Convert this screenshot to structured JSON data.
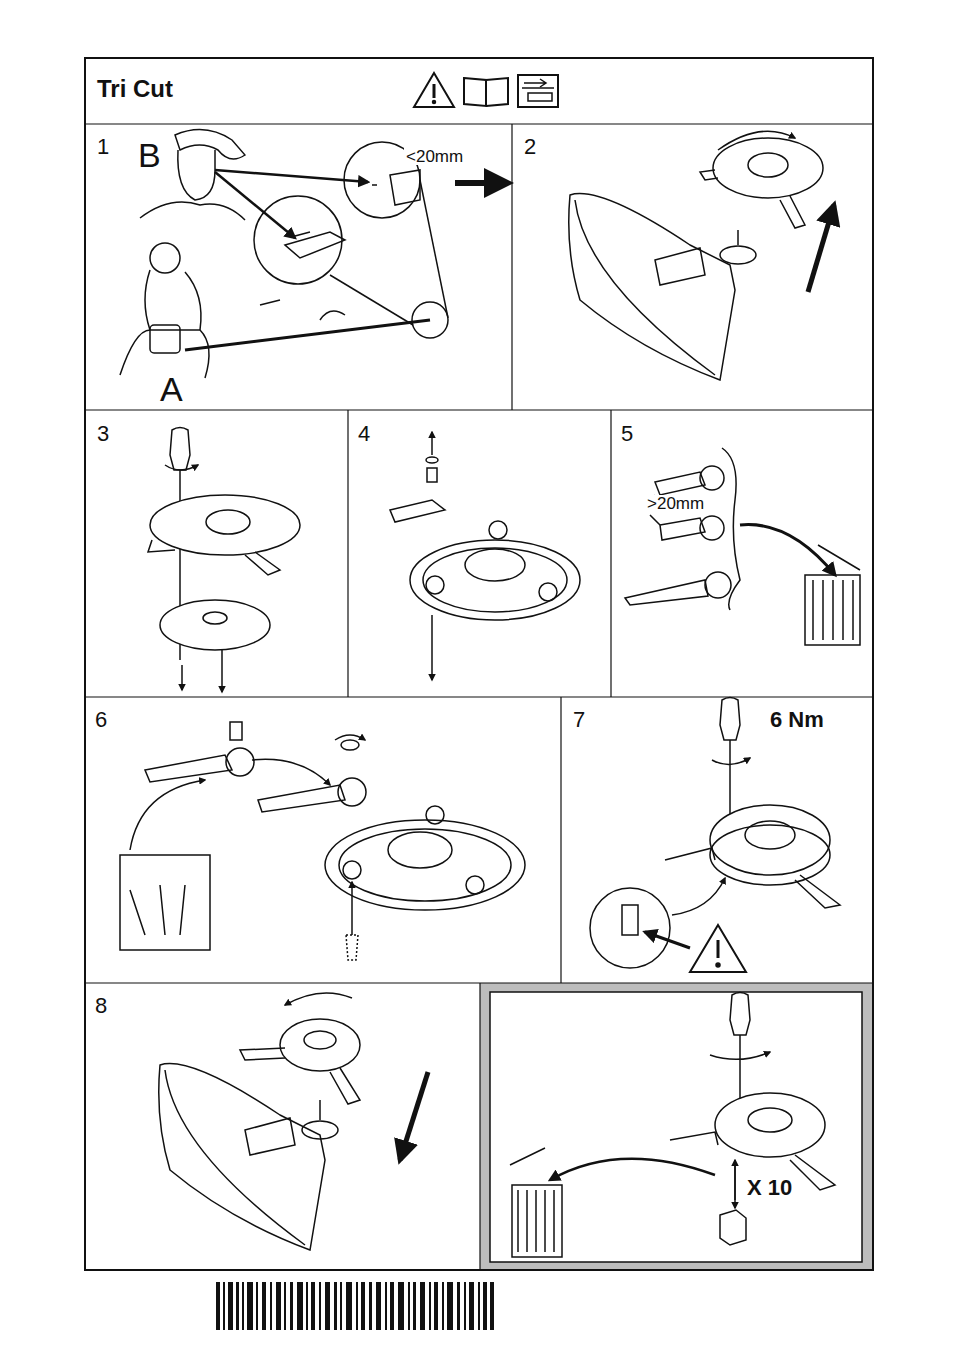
{
  "diagram": {
    "title": "Tri Cut",
    "labels": [
      "1",
      "B",
      "<20mm",
      "A",
      "2",
      "3",
      "4",
      "5",
      ">20mm",
      "6",
      "7",
      "6 Nm",
      "8",
      "X 10"
    ]
  }
}
